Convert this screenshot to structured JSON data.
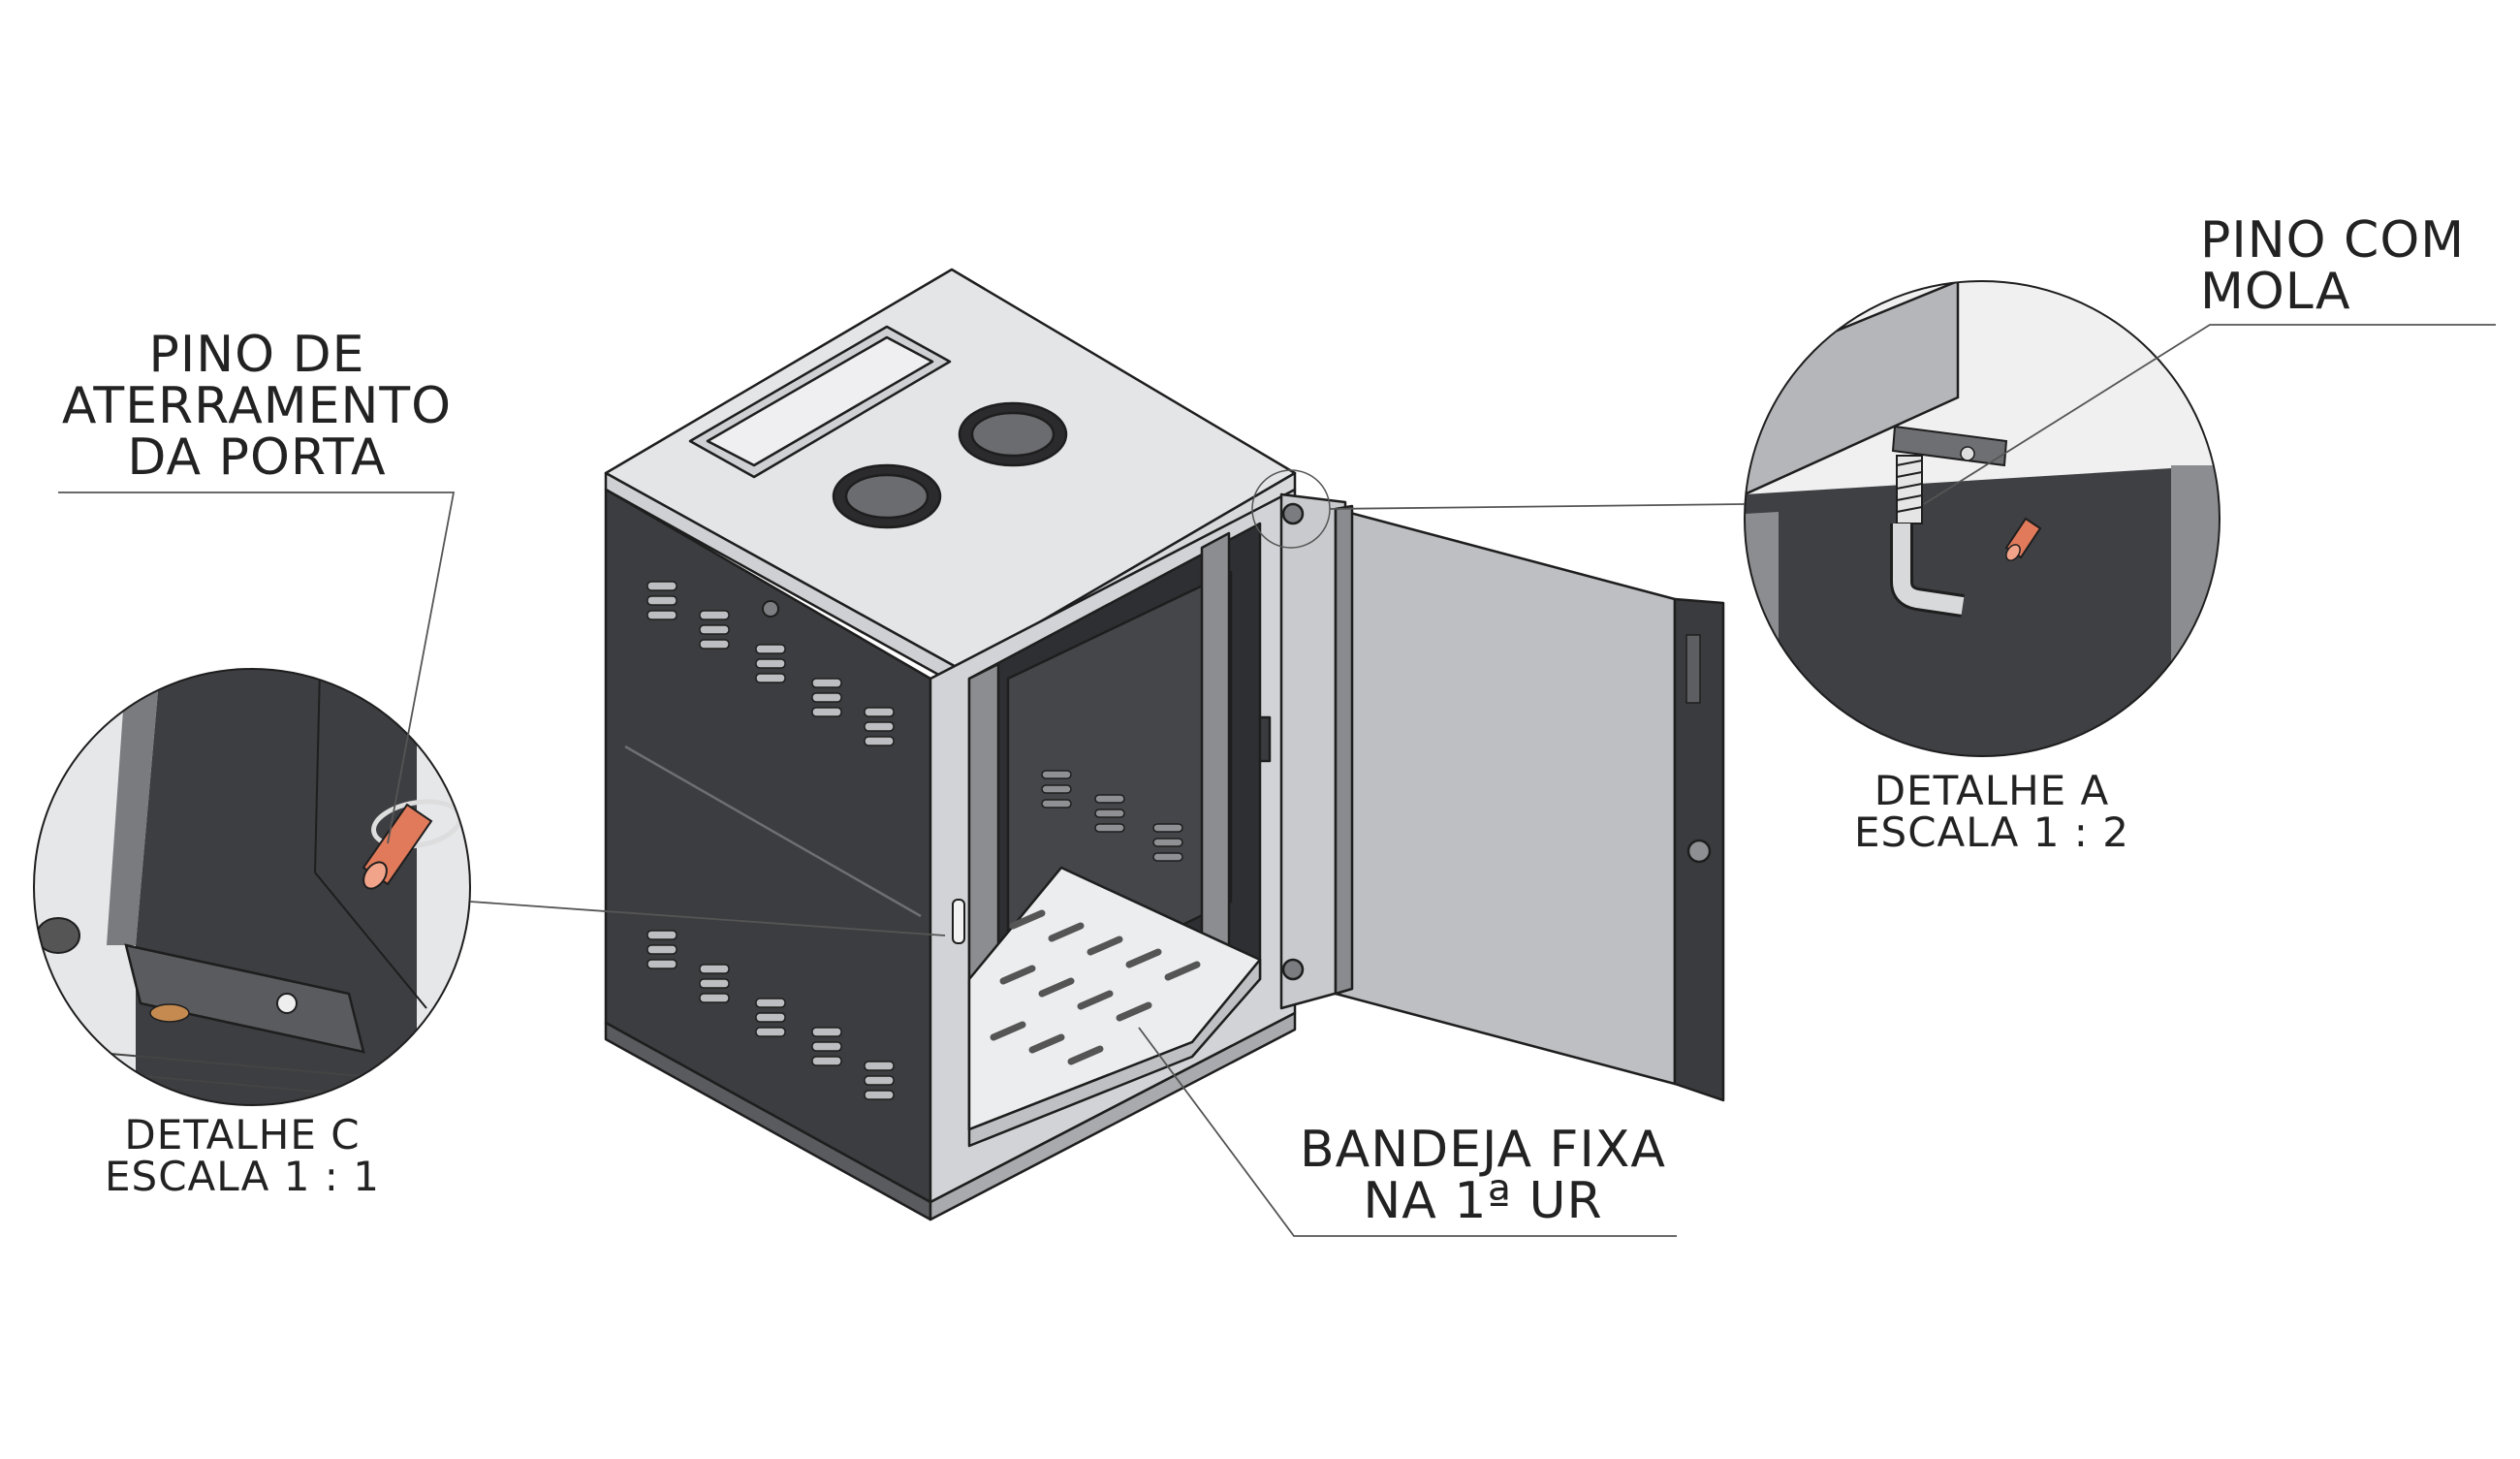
{
  "labels": {
    "pino_aterramento": [
      "PINO DE",
      "ATERRAMENTO",
      "DA PORTA"
    ],
    "pino_mola": [
      "PINO COM",
      "MOLA"
    ],
    "detalhe_a": [
      "DETALHE A",
      "ESCALA 1 : 2"
    ],
    "detalhe_c": [
      "DETALHE C",
      "ESCALA 1 : 1"
    ],
    "bandeja": [
      "BANDEJA FIXA",
      "NA 1ª UR"
    ]
  },
  "colors": {
    "line": "#555555",
    "panel_dark": "#3c3d40",
    "panel_top": "#e2e3e5",
    "glass": "#bdbfc2",
    "pin": "#e07a5a",
    "tray": "#ecedee"
  }
}
